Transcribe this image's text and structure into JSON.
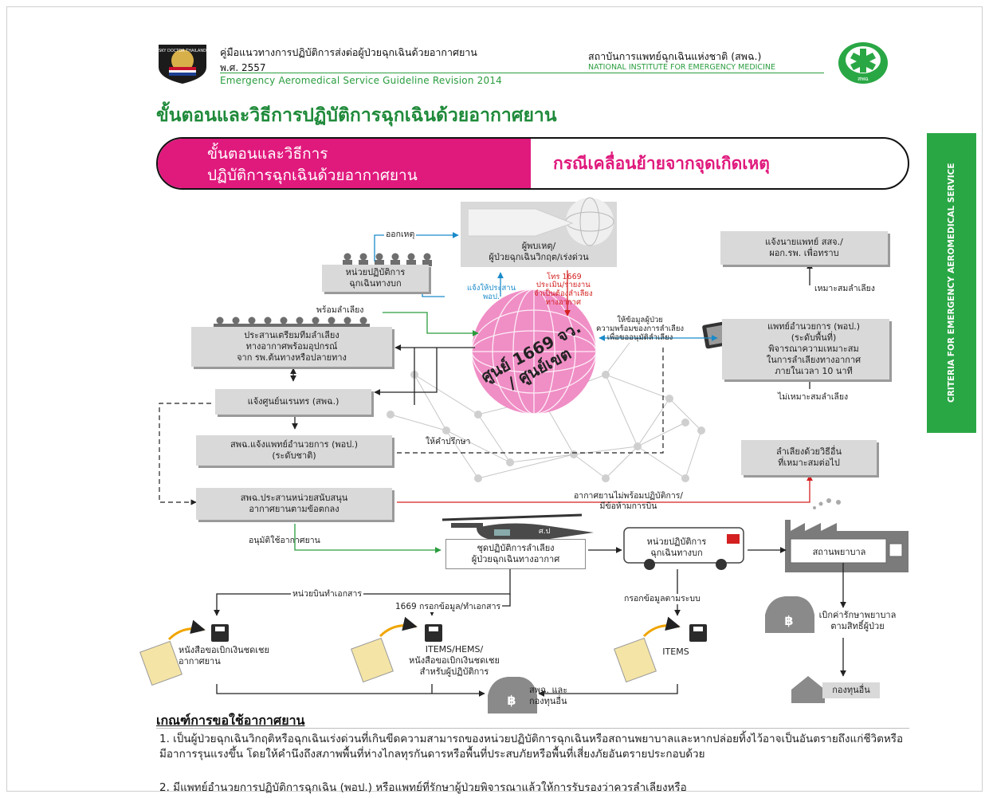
{
  "header": {
    "title": "คู่มือแนวทางการปฏิบัติการส่งต่อผู้ป่วยฉุกเฉินด้วยอากาศยาน",
    "year": "พ.ศ. 2557",
    "english": "Emergency Aeromedical Service Guideline Revision 2014",
    "org_thai": "สถาบันการแพทย์ฉุกเฉินแห่งชาติ (สพฉ.)",
    "org_english": "NATIONAL INSTITUTE FOR EMERGENCY MEDICINE",
    "left_logo_text": "SKY DOCTOR THAILAND",
    "right_logo_text": "สพฉ"
  },
  "section_title": "ขั้นตอนและวิธีการปฏิบัติการฉุกเฉินด้วยอากาศยาน",
  "banner": {
    "left_line1": "ขั้นตอนและวิธีการ",
    "left_line2": "ปฏิบัติการฉุกเฉินด้วยอากาศยาน",
    "right": "กรณีเคลื่อนย้ายจากจุดเกิดเหตุ"
  },
  "side_tab": "CRITERIA FOR EMERGENCY AEROMEDICAL SERVICE",
  "nodes": {
    "witness": "ผู้พบเหตุ/\nผู้ป่วยฉุกเฉินวิกฤต/เร่งด่วน",
    "ground_unit": "หน่วยปฏิบัติการ\nฉุกเฉินทางบก",
    "notify_doctor": "แจ้งนายแพทย์ สสจ./\nผอก.รพ. เพื่อทราบ",
    "coordinate_team": "ประสานเตรียมทีมลำเลียง\nทางอากาศพร้อมอุปกรณ์\nจาก รพ.ต้นทางหรือปลายทาง",
    "center": "ศูนย์ 1669 จว.\n/ ศูนย์เขต",
    "medical_director": "แพทย์อำนวยการ (พอป.)\n(ระดับพื้นที่)\nพิจารณาความเหมาะสม\nในการลำเลียงทางอากาศ\nภายในเวลา 10 นาที",
    "notify_narenthorn": "แจ้งศูนย์นเรนทร (สพฉ.)",
    "niems_notify_director": "สพฉ.แจ้งแพทย์อำนวยการ (พอป.)\n(ระดับชาติ)",
    "other_method": "ลำเลียงด้วยวิธีอื่น\nที่เหมาะสมต่อไป",
    "niems_coordinate_support": "สพฉ.ประสานหน่วยสนับสนุน\nอากาศยานตามข้อตกลง",
    "air_team": "ชุดปฏิบัติการลำเลียง\nผู้ป่วยฉุกเฉินทางอากาศ",
    "ground_ambulance": "หน่วยปฏิบัติการ\nฉุกเฉินทางบก",
    "hospital": "สถานพยาบาล",
    "claim_rights": "เบิกค่ารักษาพยาบาล\nตามสิทธิ์ผู้ป่วย",
    "other_fund": "กองทุนอื่น",
    "doc_aviation": "หนังสือขอเบิกเงินชดเชย\nอากาศยาน",
    "doc_items": "ITEMS/HEMS/\nหนังสือขอเบิกเงินชดเชย\nสำหรับผู้ปฏิบัติการ",
    "doc_items2": "ITEMS",
    "niems_fund": "สพฉ. และ\nกองทุนอื่น"
  },
  "labels": {
    "incident": "ออกเหตุ",
    "ready_transport": "พร้อมลำเลียง",
    "notify_coordinate": "แจ้งให้ประสาน\nพอป.",
    "call_1669": "โทร 1669",
    "assess": "ประเมิน/รายงาน\nจำเป็นต้องลำเลียง\nทางอากาศ",
    "give_info": "ให้ข้อมูลผู้ป่วย\nความพร้อมของการลำเลียง\nเพื่อขออนุมัติลำเลียง",
    "suitable": "เหมาะสมลำเลียง",
    "not_suitable": "ไม่เหมาะสมลำเลียง",
    "consult": "ให้คำปรึกษา",
    "aircraft_not_ready": "อากาศยานไม่พร้อมปฏิบัติการ/\nมีข้อห้ามการบิน",
    "approve": "อนุมัติใช้อากาศยาน",
    "flight_unit_docs": "หน่วยบินทำเอกสาร",
    "fill_1669": "1669 กรอกข้อมูล/ทำเอกสาร",
    "fill_system": "กรอกข้อมูลตามระบบ",
    "helicopter_tail": "ศ.ป"
  },
  "criteria": {
    "heading": "เกณฑ์การขอใช้อากาศยาน",
    "items": [
      "1.  เป็นผู้ป่วยฉุกเฉินวิกฤติหรือฉุกเฉินเร่งด่วนที่เกินขีดความสามารถของหน่วยปฏิบัติการฉุกเฉินหรือสถานพยาบาลและหากปล่อยทิ้งไว้อาจเป็นอันตรายถึงแก่ชีวิตหรือมีอาการรุนแรงขึ้น โดยให้คำนึงถึงสภาพพื้นที่ห่างไกลทุรกันดารหรือพื้นที่ประสบภัยหรือพื้นที่เสี่ยงภัยอันตรายประกอบด้วย",
      "2.  มีแพทย์อำนวยการปฏิบัติการฉุกเฉิน (พอป.) หรือแพทย์ที่รักษาผู้ป่วยพิจารณาแล้วให้การรับรองว่าควรลำเลียงหรือ"
    ]
  },
  "colors": {
    "green": "#2a9d3f",
    "magenta": "#e0197d",
    "red": "#d42020",
    "blue": "#1a8ac9",
    "globe_pink": "#f08ec6"
  }
}
